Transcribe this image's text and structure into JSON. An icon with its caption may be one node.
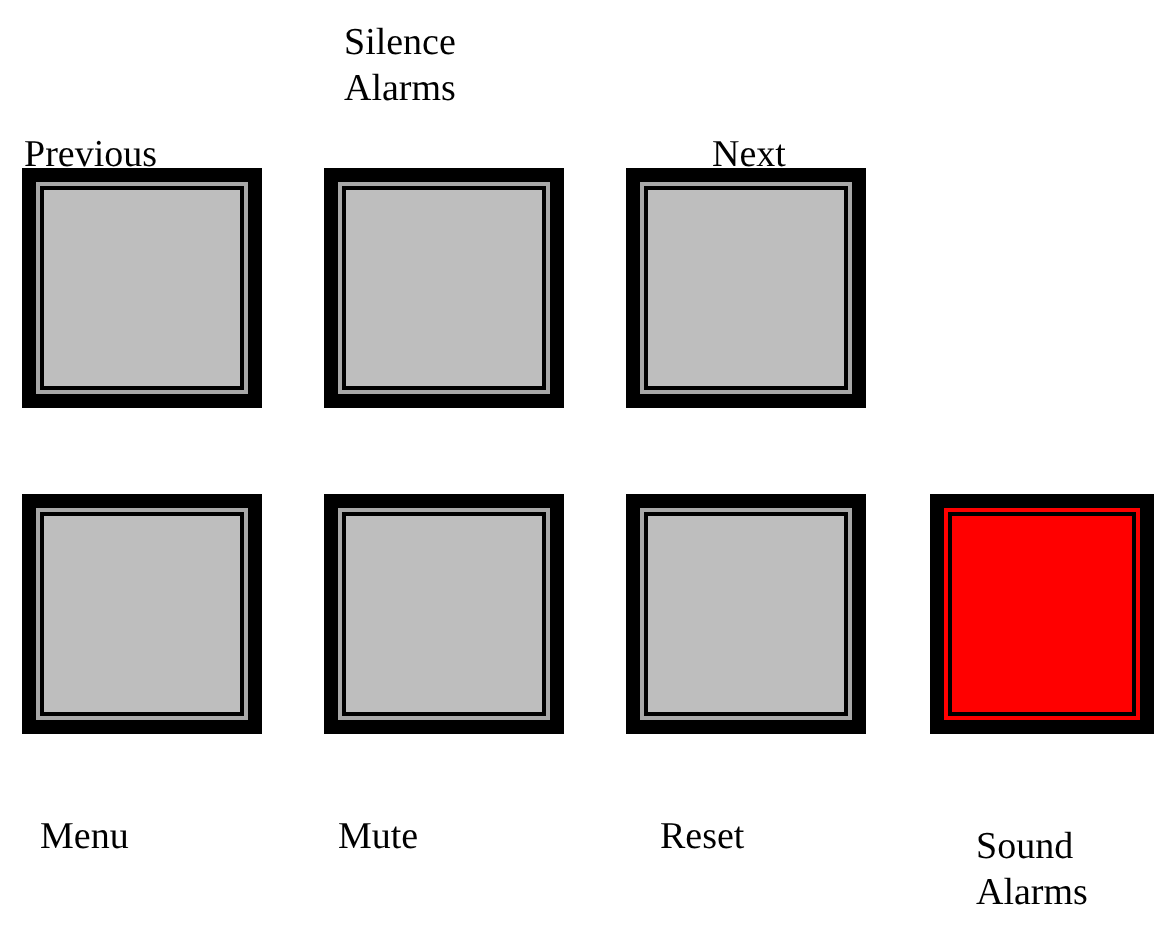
{
  "diagram": {
    "nodes": [
      {
        "text": [
          "Previous"
        ]
      },
      {
        "text": [
          "Silence Alarms"
        ]
      },
      {
        "text": [
          "Next"
        ]
      },
      {
        "text": [
          "Menu"
        ]
      },
      {
        "text": [
          "Mute"
        ]
      },
      {
        "text": [
          "Reset"
        ]
      },
      {
        "text": [
          "Sound Alarms"
        ]
      }
    ]
  }
}
